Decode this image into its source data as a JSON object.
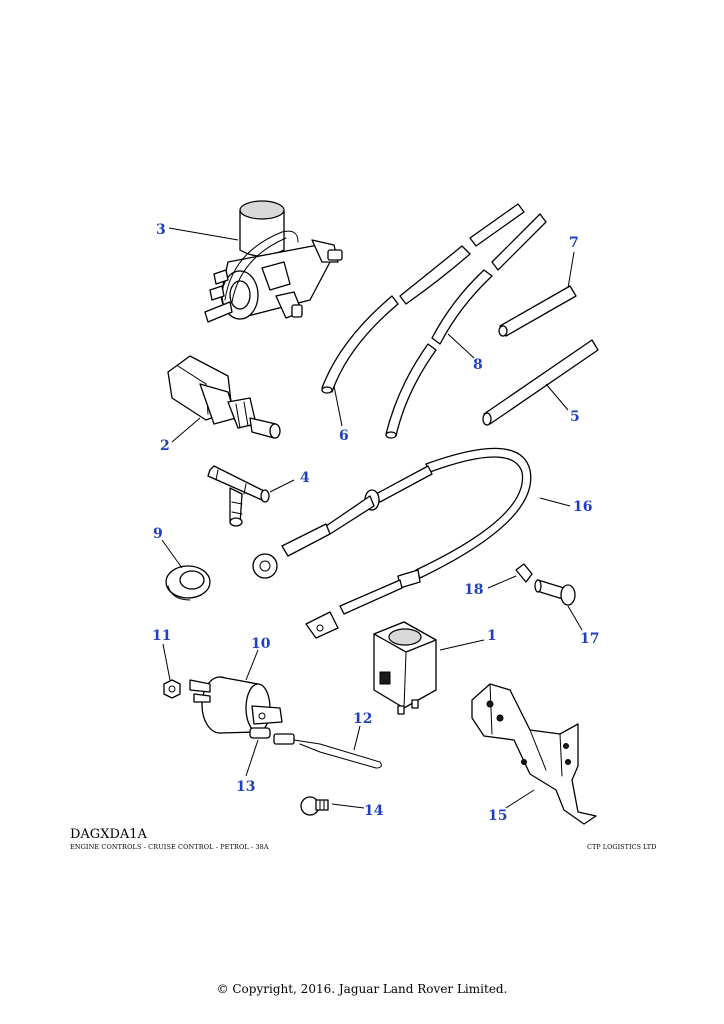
{
  "diagram": {
    "code": "DAGXDA1A",
    "subtitle": "ENGINE CONTROLS - CRUISE CONTROL - PETROL - 38A",
    "company": "CTP LOGISTICS LTD",
    "copyright": "© Copyright, 2016. Jaguar Land Rover Limited.",
    "callouts": {
      "c1": "1",
      "c2": "2",
      "c3": "3",
      "c4": "4",
      "c5": "5",
      "c6": "6",
      "c7": "7",
      "c8": "8",
      "c9": "9",
      "c10": "10",
      "c11": "11",
      "c12": "12",
      "c13": "13",
      "c14": "14",
      "c15": "15",
      "c16": "16",
      "c17": "17",
      "c18": "18"
    },
    "colors": {
      "callout": "#1f3fbf",
      "line": "#000000"
    }
  }
}
